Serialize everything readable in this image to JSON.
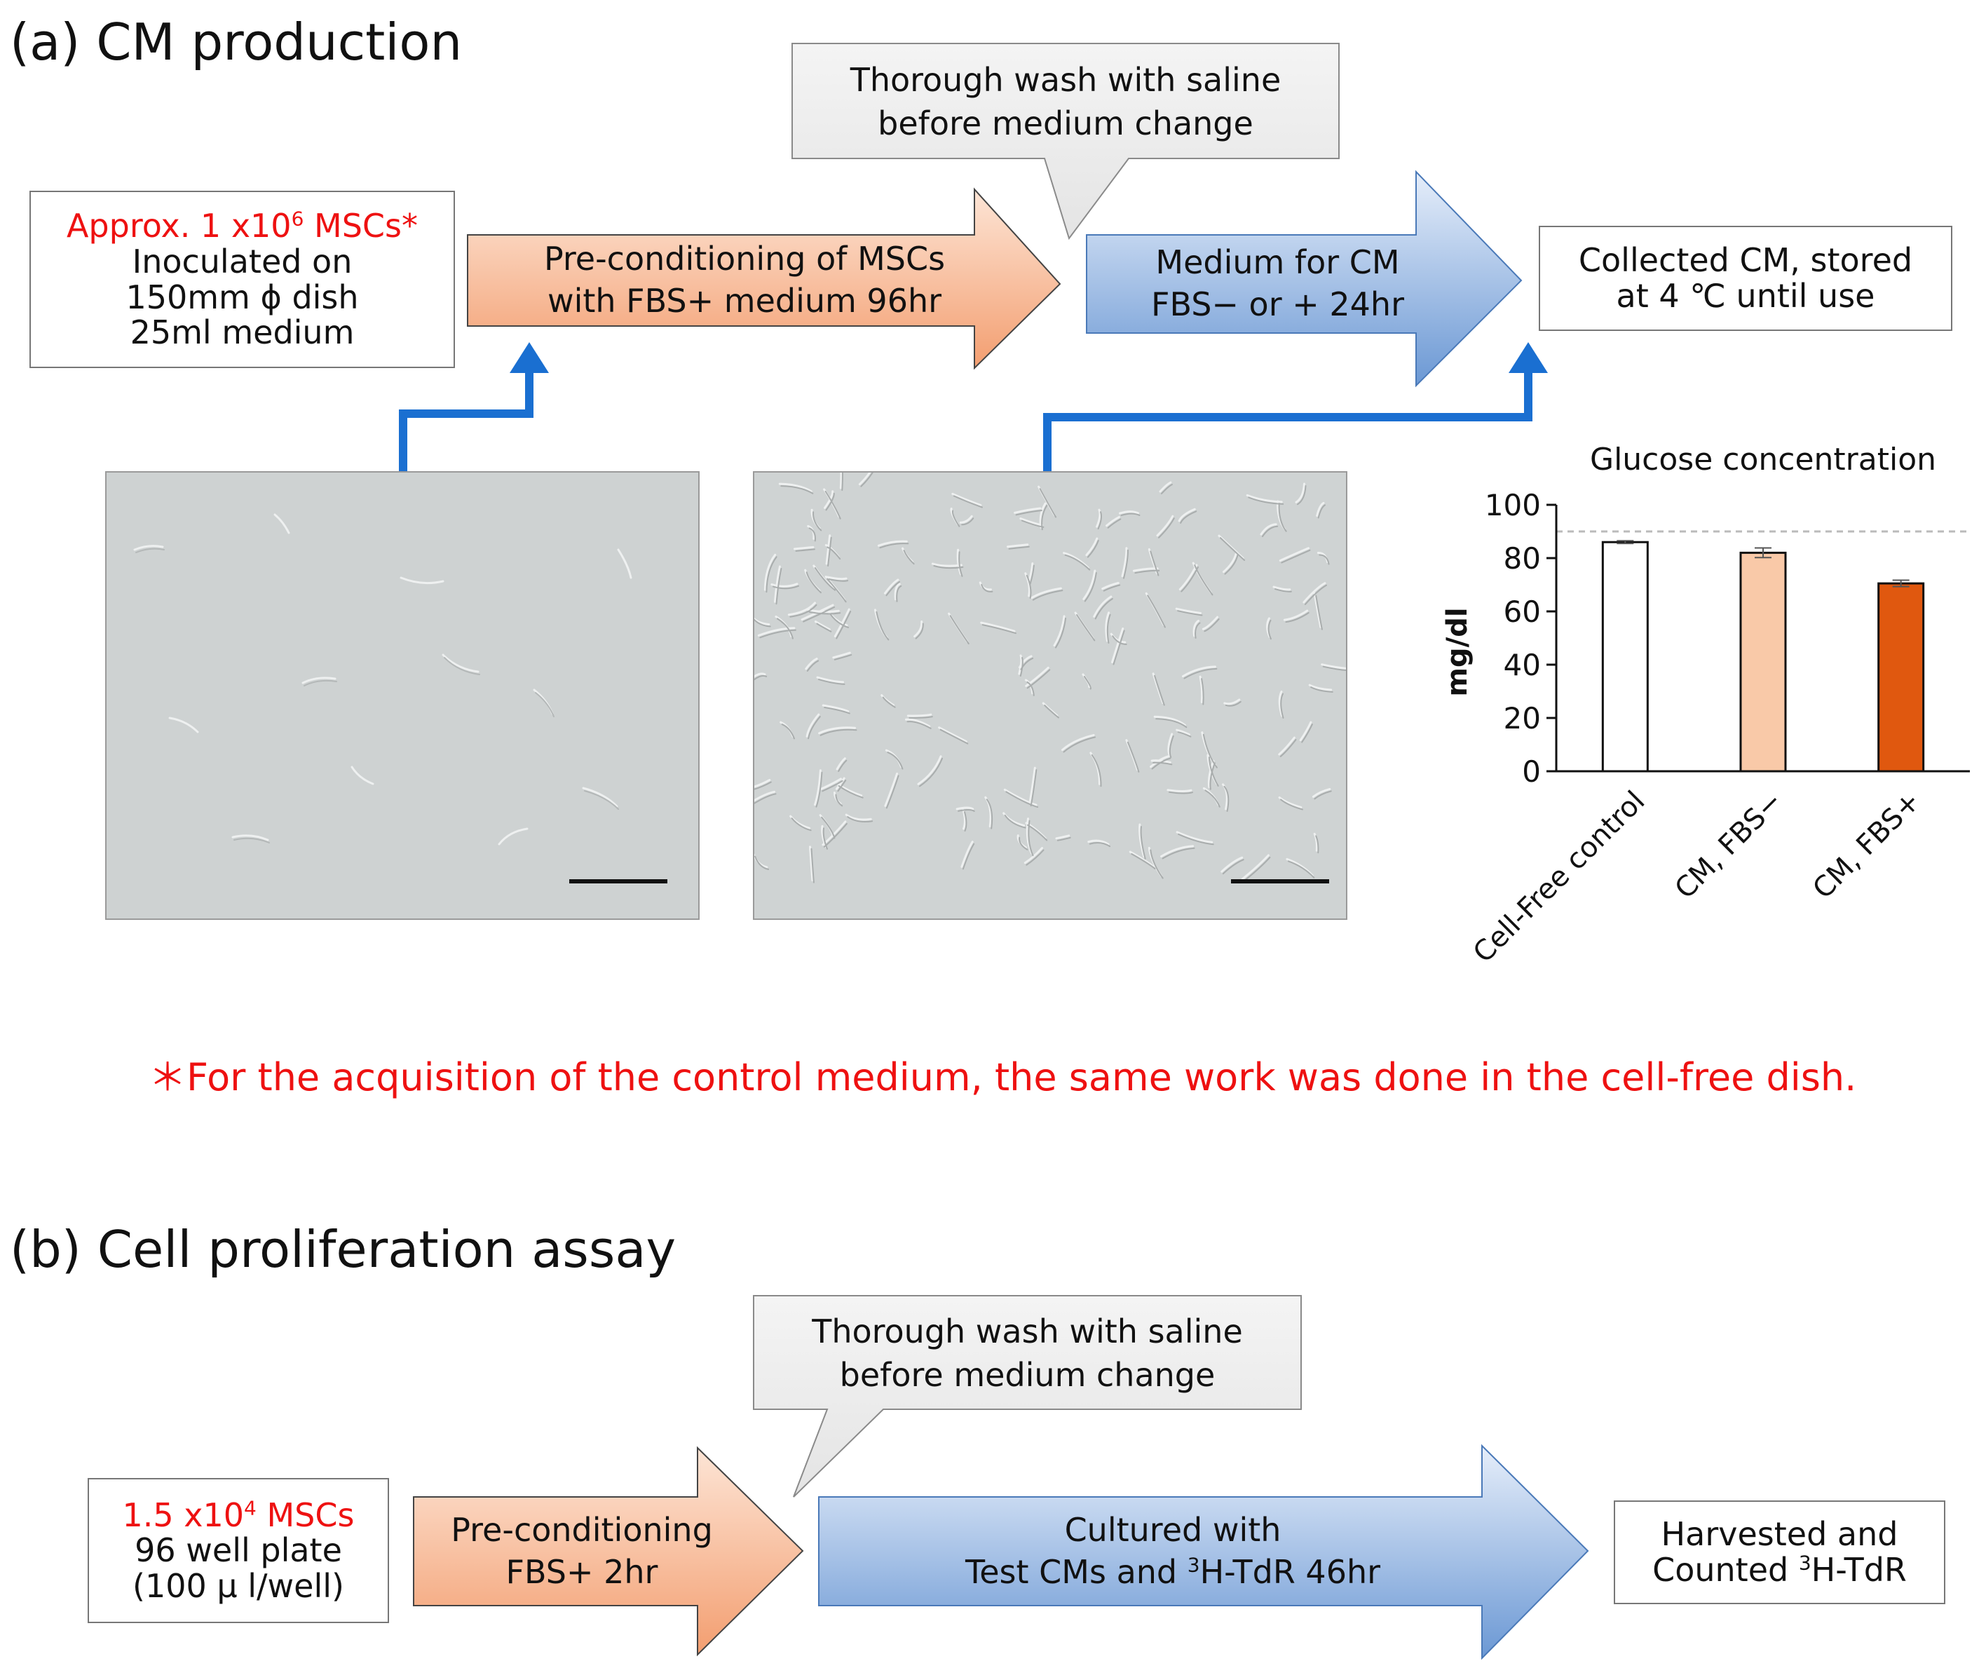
{
  "panel_a": {
    "title": "(a) CM production",
    "callout": [
      "Thorough wash with saline",
      "before medium change"
    ],
    "start_box": {
      "highlight": "Approx. 1 x10",
      "highlight_sup": "6",
      "highlight_end": " MSCs*",
      "lines": [
        "Inoculated on",
        "150mm ϕ dish",
        "25ml medium"
      ]
    },
    "arrow1": [
      "Pre-conditioning of MSCs",
      "with FBS+ medium 96hr"
    ],
    "arrow2": [
      "Medium for CM",
      "FBS− or +  24hr"
    ],
    "end_box": [
      "Collected CM, stored",
      "at 4 ℃ until use"
    ],
    "footnote": "＊For the acquisition of the control medium, the same work was done in the cell-free dish."
  },
  "chart_data": {
    "type": "bar",
    "title": "Glucose concentration",
    "categories": [
      "Cell-Free control",
      "CM, FBS−",
      "CM, FBS+"
    ],
    "values": [
      86,
      82,
      70.5
    ],
    "errors": [
      0.5,
      1.8,
      1.2
    ],
    "colors": [
      "#ffffff",
      "#f9c9a8",
      "#e0580f"
    ],
    "ylabel": "mg/dl",
    "ylim": [
      0,
      100
    ],
    "yticks": [
      0,
      20,
      40,
      60,
      80,
      100
    ],
    "reference_line": 90,
    "grid": false
  },
  "panel_b": {
    "title": "(b) Cell proliferation assay",
    "callout": [
      "Thorough wash with saline",
      "before medium change"
    ],
    "start_box": {
      "highlight": "1.5 x10",
      "highlight_sup": "4",
      "highlight_end": " MSCs",
      "lines": [
        "96 well plate",
        "(100 μ l/well)"
      ]
    },
    "arrow1": [
      "Pre-conditioning",
      "FBS+ 2hr"
    ],
    "arrow2_line1": "Cultured with",
    "arrow2_line2_pre": "Test CMs and ",
    "arrow2_line2_sup": "3",
    "arrow2_line2_post": "H-TdR 46hr",
    "end_line1": "Harvested and",
    "end_line2_pre": "Counted ",
    "end_line2_sup": "3",
    "end_line2_post": "H-TdR"
  },
  "colors": {
    "orange_arrow_top": "#fbd9c4",
    "orange_arrow_bottom": "#f4a377",
    "blue_arrow_top": "#dbe7f6",
    "blue_arrow_bottom": "#6f9bd6",
    "connector_blue": "#1a6fd1",
    "highlight_red": "#ee1111"
  },
  "icons": {
    "connector": "elbow-arrow-up-icon",
    "photo": "cell-micrograph",
    "scale_bar": "scale-bar-icon"
  }
}
